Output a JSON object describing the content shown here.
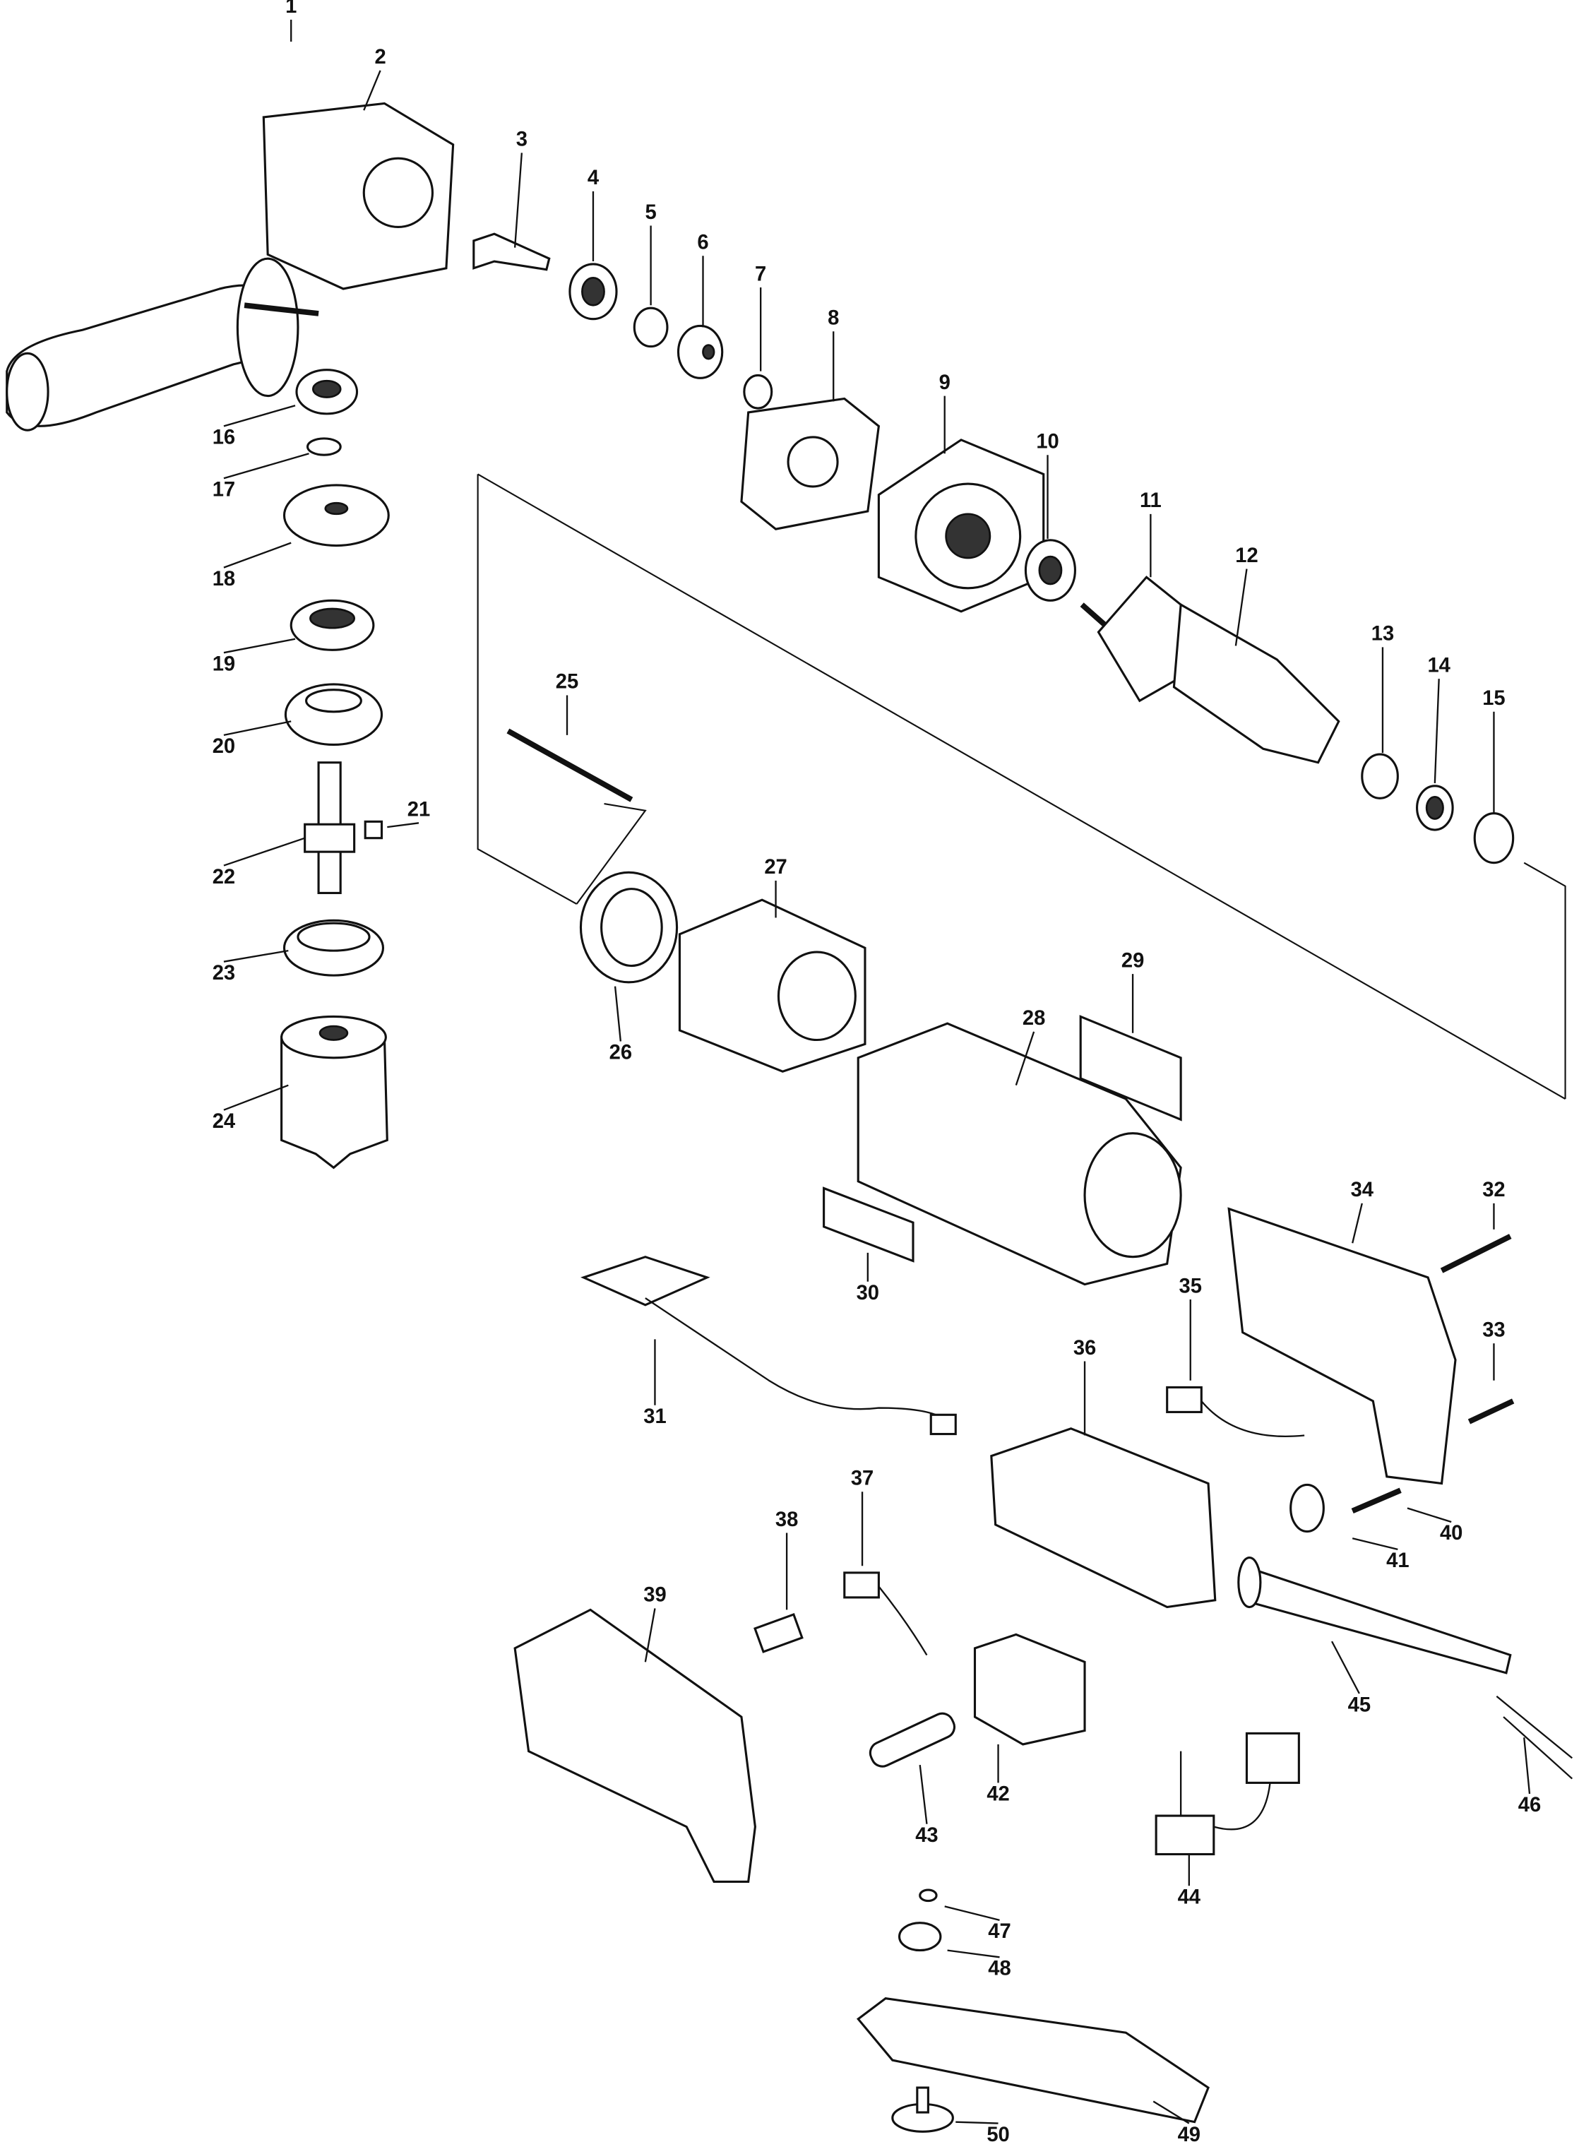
{
  "diagram": {
    "type": "exploded-parts-view",
    "callouts": [
      "1",
      "2",
      "3",
      "4",
      "5",
      "6",
      "7",
      "8",
      "9",
      "10",
      "11",
      "12",
      "13",
      "14",
      "15",
      "16",
      "17",
      "18",
      "19",
      "20",
      "21",
      "22",
      "23",
      "24",
      "25",
      "26",
      "27",
      "28",
      "29",
      "30",
      "31",
      "32",
      "33",
      "34",
      "35",
      "36",
      "37",
      "38",
      "39",
      "40",
      "41",
      "42",
      "43",
      "44",
      "45",
      "46",
      "47",
      "48",
      "49",
      "50"
    ]
  }
}
